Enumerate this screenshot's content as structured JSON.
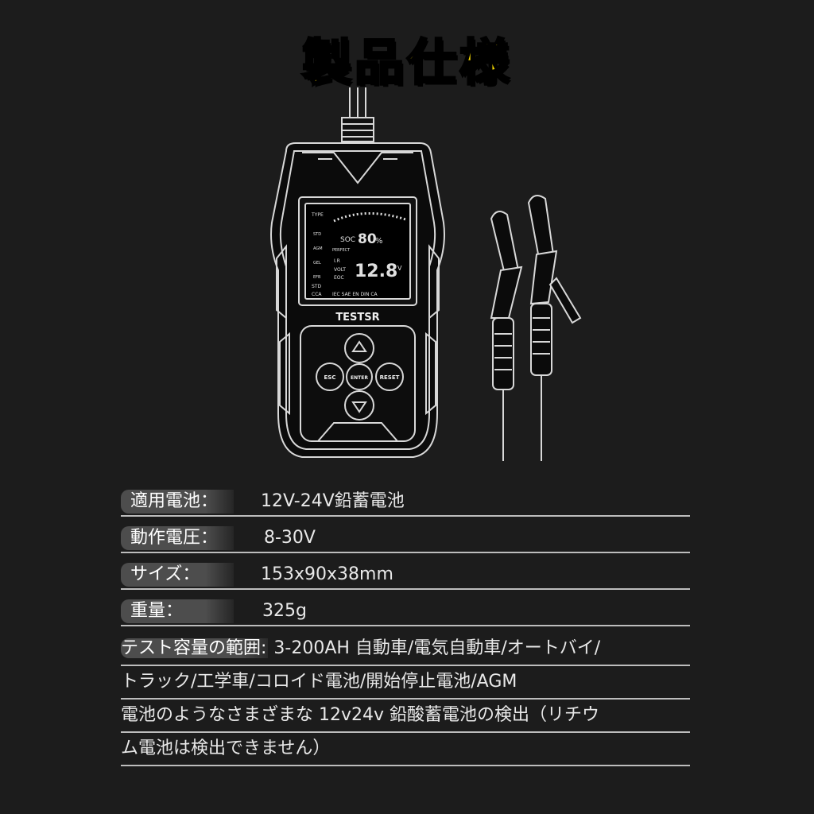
{
  "title": "製品仕様",
  "device": {
    "brand": "TESTSR",
    "screen": {
      "soc_label": "SOC",
      "soc_value": "80",
      "soc_unit": "%",
      "perfect_label": "PERFECT",
      "ir_label": "I.R",
      "volt_label": "VOLT",
      "eoc_label": "EOC",
      "voltage_value": "12.8",
      "voltage_unit": "V",
      "type_label": "TYPE",
      "std_label": "STD",
      "cca_label": "CCA",
      "standards": "IEC SAE EN DIN CA",
      "side_labels": [
        "STD",
        "AGM",
        "GEL",
        "EFB"
      ]
    },
    "buttons": {
      "esc": "ESC",
      "enter": "ENTER",
      "reset": "RESET"
    }
  },
  "specs": [
    {
      "label": "適用電池：",
      "value": "12V-24V鉛蓄電池"
    },
    {
      "label": "動作電圧：",
      "value": "8-30V"
    },
    {
      "label": "サイズ：",
      "value": "153x90x38mm"
    },
    {
      "label": "重量：",
      "value": "325g"
    }
  ],
  "test_range": {
    "label": "テスト容量の範囲:",
    "line1_rest": " 3-200AH 自動車/電気自動車/オートバイ/",
    "line2": "トラック/工学車/コロイド電池/開始停止電池/AGM",
    "line3": "電池のようなさまざまな 12v24v 鉛酸蓄電池の検出（リチウ",
    "line4": "ム電池は検出できません）"
  }
}
